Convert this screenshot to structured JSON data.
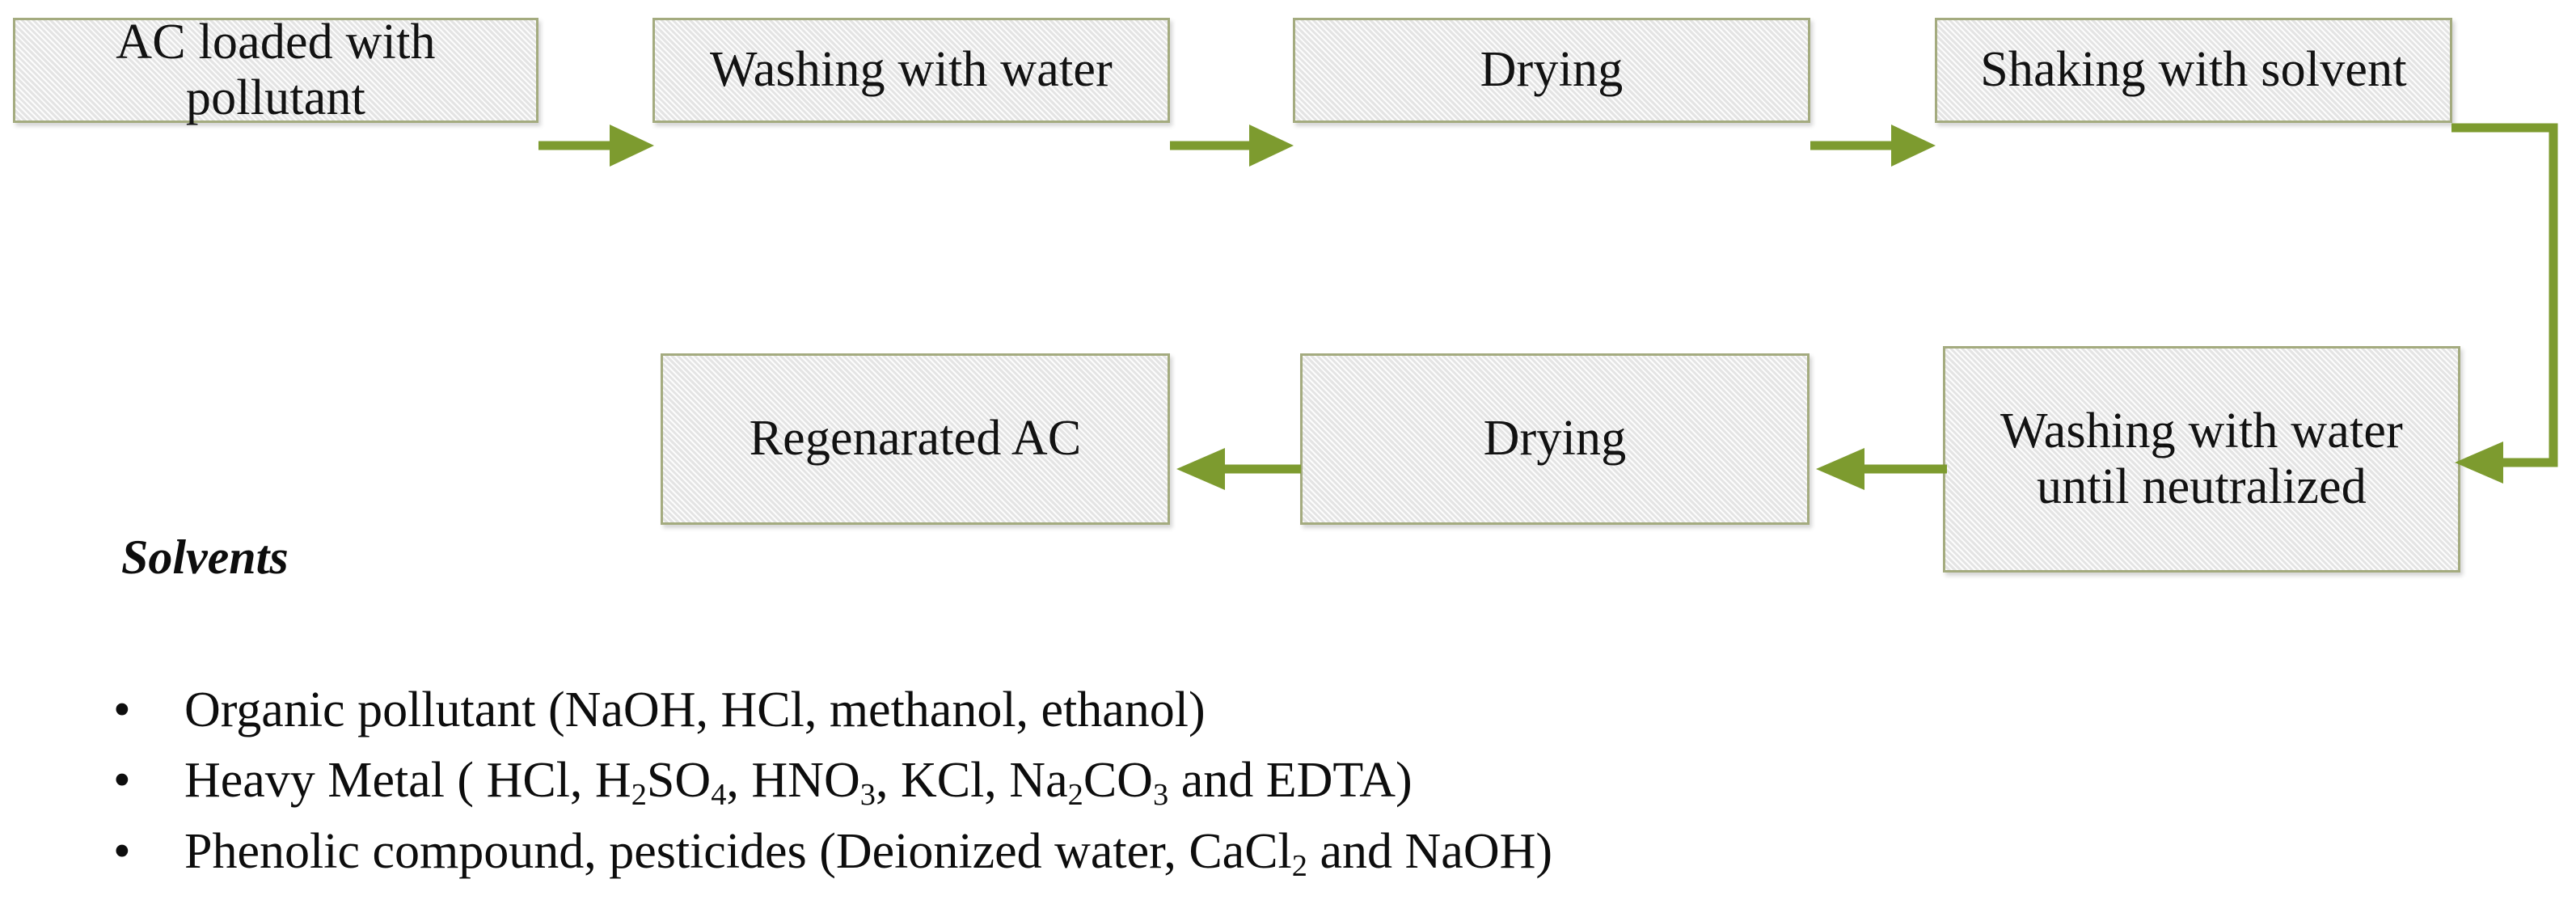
{
  "colors": {
    "connector": "#7d9b2f",
    "box_border": "#a4ab7f",
    "box_fill": "#efefef",
    "text": "#0d0d0d",
    "background": "#ffffff"
  },
  "flow": {
    "row1": [
      {
        "id": "ac-loaded-with-pollutant",
        "label": "AC loaded with pollutant"
      },
      {
        "id": "washing-with-water",
        "label": "Washing with water"
      },
      {
        "id": "drying-1",
        "label": "Drying"
      },
      {
        "id": "shaking-with-solvent",
        "label": "Shaking with solvent"
      }
    ],
    "row2": [
      {
        "id": "regenarated-ac",
        "label": "Regenarated AC"
      },
      {
        "id": "drying-2",
        "label": "Drying"
      },
      {
        "id": "washing-until-neutralized",
        "label": "Washing with water until neutralized"
      }
    ],
    "connectors": [
      {
        "id": "arrow-1",
        "direction": "right"
      },
      {
        "id": "arrow-2",
        "direction": "right"
      },
      {
        "id": "arrow-3",
        "direction": "right"
      },
      {
        "id": "arrow-wrap",
        "direction": "down-left"
      },
      {
        "id": "arrow-4",
        "direction": "left"
      },
      {
        "id": "arrow-5",
        "direction": "left"
      }
    ]
  },
  "solvents": {
    "heading": "Solvents",
    "bullet_glyph": "•",
    "items": [
      {
        "id": "organic-pollutant",
        "parts": [
          {
            "t": "Organic pollutant (NaOH, HCl, methanol, ethanol)"
          }
        ]
      },
      {
        "id": "heavy-metal",
        "parts": [
          {
            "t": "Heavy Metal ( HCl, H"
          },
          {
            "sub": "2"
          },
          {
            "t": "SO"
          },
          {
            "sub": "4"
          },
          {
            "t": ", HNO"
          },
          {
            "sub": "3"
          },
          {
            "t": ", KCl, Na"
          },
          {
            "sub": "2"
          },
          {
            "t": "CO"
          },
          {
            "sub": "3"
          },
          {
            "t": " and EDTA)"
          }
        ]
      },
      {
        "id": "phenolic-compound",
        "parts": [
          {
            "t": "Phenolic compound, pesticides (Deionized water, CaCl"
          },
          {
            "sub": "2"
          },
          {
            "t": " and NaOH)"
          }
        ]
      }
    ]
  }
}
